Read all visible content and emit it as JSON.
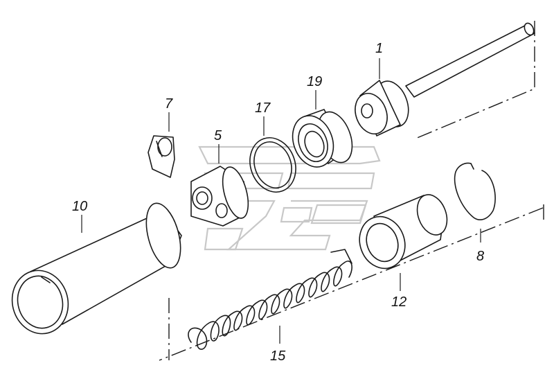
{
  "diagram": {
    "callouts": [
      {
        "id": "1",
        "label": "1"
      },
      {
        "id": "5",
        "label": "5"
      },
      {
        "id": "7",
        "label": "7"
      },
      {
        "id": "8",
        "label": "8"
      },
      {
        "id": "10",
        "label": "10"
      },
      {
        "id": "12",
        "label": "12"
      },
      {
        "id": "15",
        "label": "15"
      },
      {
        "id": "17",
        "label": "17"
      },
      {
        "id": "19",
        "label": "19"
      }
    ]
  },
  "colors": {
    "ink": "#1a1a1a",
    "background": "#ffffff",
    "watermark": "#c8c8c8"
  }
}
